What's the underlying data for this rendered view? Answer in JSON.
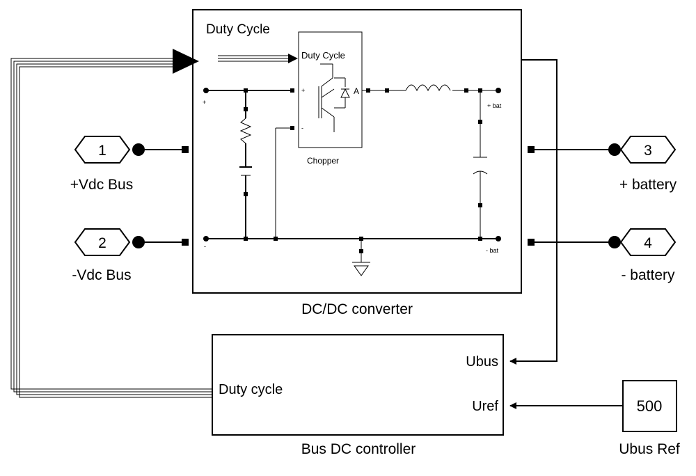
{
  "ports": {
    "in1": {
      "number": "1",
      "label": "+Vdc Bus"
    },
    "in2": {
      "number": "2",
      "label": "-Vdc Bus"
    },
    "out3": {
      "number": "3",
      "label": "+ battery"
    },
    "out4": {
      "number": "4",
      "label": "- battery"
    }
  },
  "converter": {
    "title": "DC/DC converter",
    "duty_label": "Duty Cycle",
    "chopper_label": "Chopper",
    "chopper_duty": "Duty Cycle",
    "chopper_a": "A",
    "chopper_plus": "+",
    "chopper_minus": "-",
    "plus_mark": "+",
    "minus_mark": "-",
    "pos_bat": "+ bat",
    "neg_bat": "- bat"
  },
  "controller": {
    "title": "Bus DC controller",
    "output_label": "Duty cycle",
    "input_ubus": "Ubus",
    "input_uref": "Uref"
  },
  "constant": {
    "value": "500",
    "label": "Ubus Ref"
  }
}
